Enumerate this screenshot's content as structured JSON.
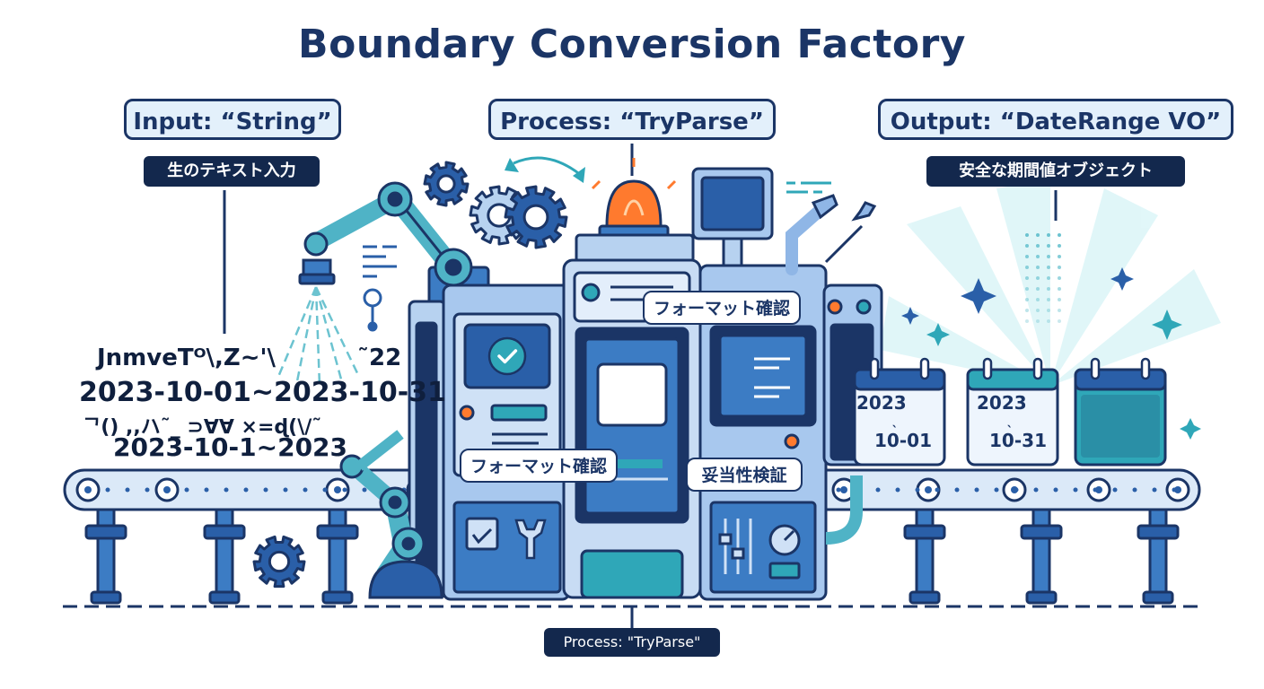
{
  "title": "Boundary Conversion Factory",
  "input": {
    "label": "Input: “String”",
    "tag": "生のテキスト入力",
    "raw_lines": [
      "JnmveTᴼ\\,Z~'\\",
      "˜22",
      "2023-10-01~2023-10-31",
      "ᄀ() ,,ハ˜_ ⊃∀∀ ×=ɖ(\\/˜",
      "2023-10-1~2023"
    ]
  },
  "process": {
    "label": "Process: “TryParse”",
    "bubbles": [
      "フォーマット確認",
      "フォーマット確認",
      "妥当性検証"
    ],
    "bottom_tag": "Process: \"TryParse\""
  },
  "output": {
    "label": "Output: “DateRange VO”",
    "tag": "安全な期間値オブジェクト",
    "calendars": [
      {
        "year": "2023",
        "sep": "ˎ",
        "date": "10-01"
      },
      {
        "year": "2023",
        "sep": "ˎ",
        "date": "10-31"
      },
      {
        "year": "",
        "sep": "",
        "date": ""
      }
    ]
  },
  "colors": {
    "navy": "#1b3566",
    "machine_blue": "#8fb6e6",
    "teal": "#2fa7b8",
    "alarm": "#ff7a2e",
    "screen": "#2a5fa8"
  },
  "icons": [
    "gear-icon",
    "check-icon",
    "wrench-icon",
    "sparkle-icon",
    "calendar-icon",
    "alarm-light-icon",
    "robot-arm-icon",
    "conveyor-belt-icon"
  ]
}
